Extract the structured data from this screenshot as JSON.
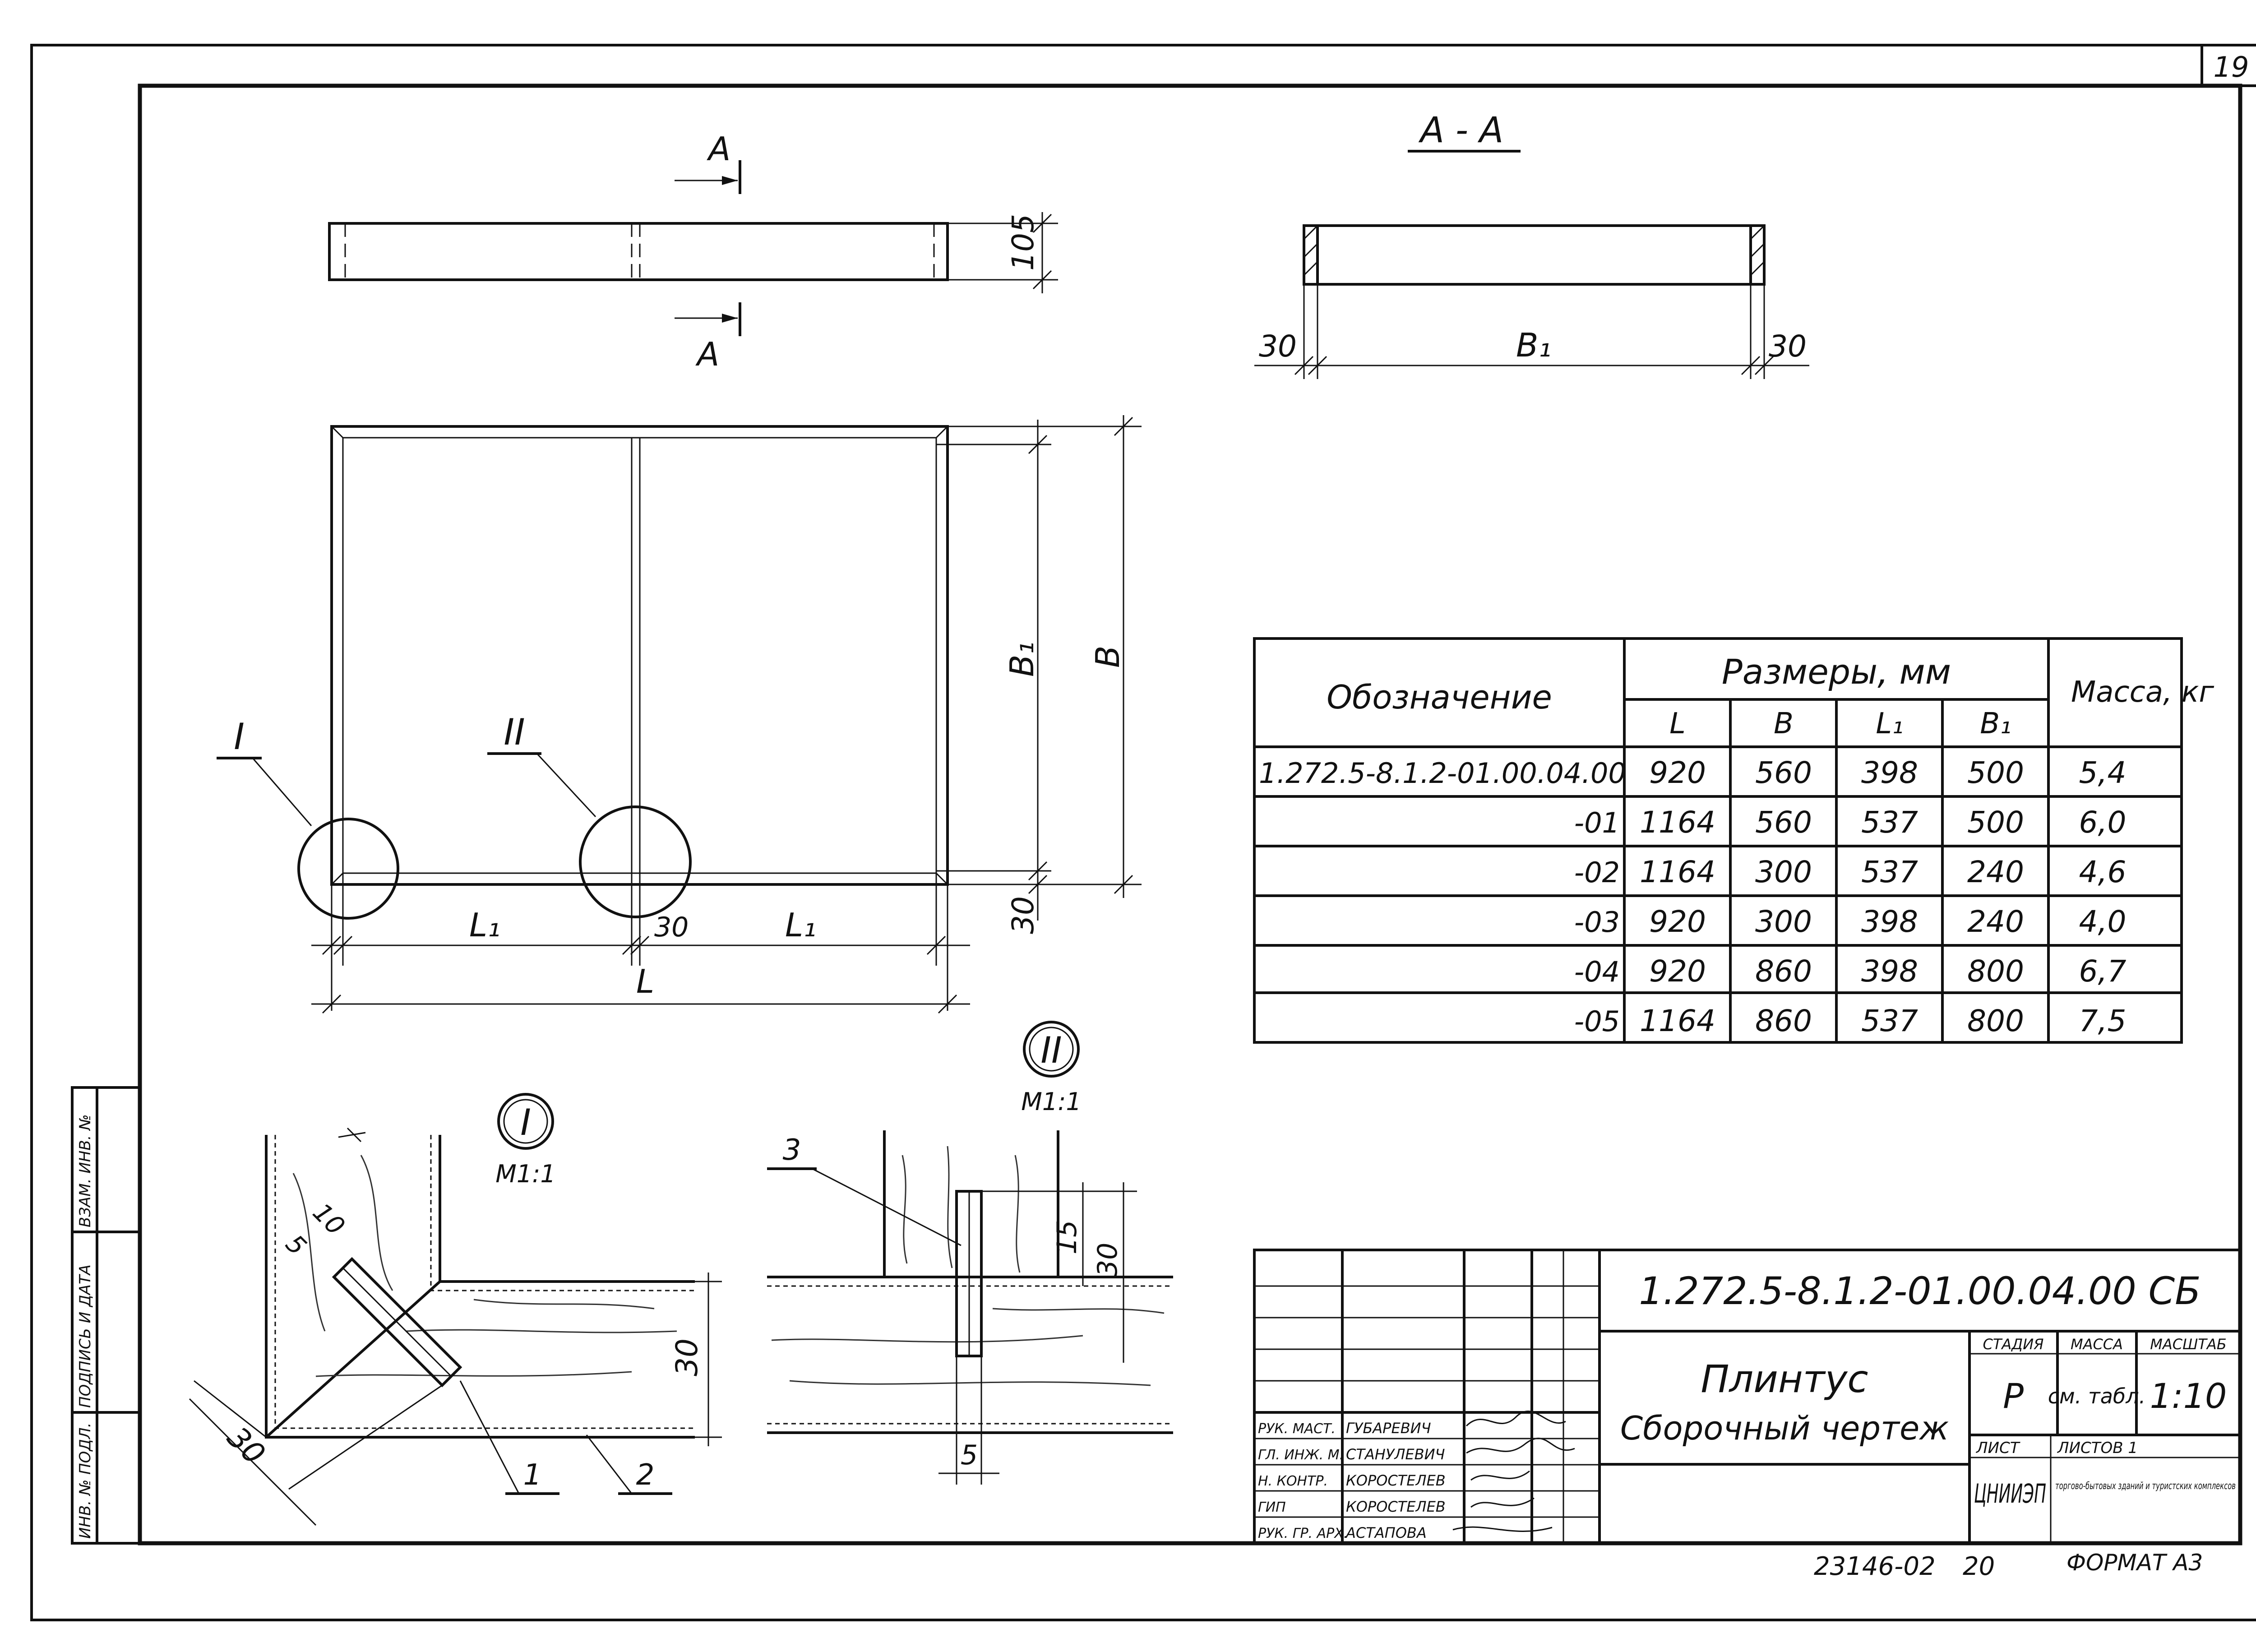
{
  "sheet_number": "19",
  "section_marks": {
    "arrow_letter": "А",
    "section_title": "А - А"
  },
  "dims": {
    "height_105": "105",
    "wall_30": "30",
    "b1": "В₁",
    "b": "В",
    "l1": "L₁",
    "l": "L",
    "gap_30": "30",
    "bottom_30": "30"
  },
  "callouts": {
    "node1_roman": "I",
    "node2_roman": "II",
    "scale": "М1:1"
  },
  "detail1": {
    "dim_5": "5",
    "dim_10": "10",
    "dim_30_diag": "30",
    "dim_30_vert": "30",
    "pos_1": "1",
    "pos_2": "2"
  },
  "detail2": {
    "dim_15": "15",
    "dim_30": "30",
    "dim_5": "5",
    "pos_3": "3"
  },
  "table": {
    "header_designation": "Обозначение",
    "header_sizes": "Размеры, мм",
    "header_mass": "Масса, кг",
    "sub_headers": [
      "L",
      "В",
      "L₁",
      "В₁"
    ],
    "rows": [
      [
        "1.272.5-8.1.2-01.00.04.00",
        "920",
        "560",
        "398",
        "500",
        "5,4"
      ],
      [
        "-01",
        "1164",
        "560",
        "537",
        "500",
        "6,0"
      ],
      [
        "-02",
        "1164",
        "300",
        "537",
        "240",
        "4,6"
      ],
      [
        "-03",
        "920",
        "300",
        "398",
        "240",
        "4,0"
      ],
      [
        "-04",
        "920",
        "860",
        "398",
        "800",
        "6,7"
      ],
      [
        "-05",
        "1164",
        "860",
        "537",
        "800",
        "7,5"
      ]
    ]
  },
  "title_block": {
    "doc_code": "1.272.5-8.1.2-01.00.04.00 СБ",
    "name_line1": "Плинтус",
    "name_line2": "Сборочный чертеж",
    "stage_label": "СТАДИЯ",
    "mass_label": "МАССА",
    "scale_label": "МАСШТАБ",
    "stage_value": "Р",
    "mass_value": "см. табл.",
    "scale_value": "1:10",
    "sheet_label": "ЛИСТ",
    "sheets_label": "ЛИСТОВ 1",
    "org_logo": "ЦНИИЭП",
    "org_name": "торгово-бытовых зданий и туристских комплексов",
    "signers": [
      {
        "role": "РУК. МАСТ.",
        "name": "ГУБАРЕВИЧ"
      },
      {
        "role": "ГЛ. ИНЖ. М.",
        "name": "СТАНУЛЕВИЧ"
      },
      {
        "role": "Н. КОНТР.",
        "name": "КОРОСТЕЛЕВ"
      },
      {
        "role": "ГИП",
        "name": "КОРОСТЕЛЕВ"
      },
      {
        "role": "РУК. ГР. АРХ.",
        "name": "АСТАПОВА"
      }
    ]
  },
  "side_stamp": [
    "ИНВ. № ПОДЛ.",
    "ПОДПИСЬ И ДАТА",
    "ВЗАМ. ИНВ. №"
  ],
  "footer": {
    "archive_no": "23146-02",
    "page": "20",
    "format": "ФОРМАТ А3"
  }
}
